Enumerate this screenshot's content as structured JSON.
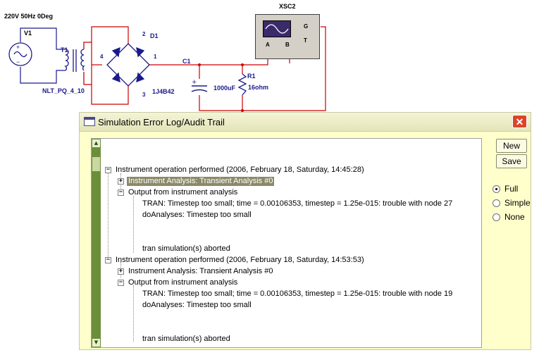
{
  "schematic": {
    "source_label": "220V 50Hz 0Deg",
    "v1": "V1",
    "t1": "T1",
    "t1_model": "NLT_PQ_4_10",
    "d1": "D1",
    "d1_model": "1J4B42",
    "c1": "C1",
    "c1_value": "1000uF",
    "r1": "R1",
    "r1_value": "16ohm",
    "scope": "XSC2",
    "pin_a": "A",
    "pin_b": "B",
    "pin_g": "G",
    "pin_t": "T",
    "node_1": "1",
    "node_2": "2",
    "node_3": "3",
    "node_4": "4",
    "colors": {
      "wire": "#cc0000",
      "component": "#1a1a8c"
    }
  },
  "dialog": {
    "title": "Simulation Error Log/Audit Trail",
    "buttons": {
      "new": "New",
      "save": "Save"
    },
    "radios": [
      {
        "label": "Full",
        "checked": true
      },
      {
        "label": "Simple",
        "checked": false
      },
      {
        "label": "None",
        "checked": false
      }
    ],
    "log": [
      {
        "header": "Instrument operation performed   (2006, February 18, Saturday, 14:45:28)",
        "analysis": "Instrument Analysis: Transient Analysis #0",
        "output": "Output from instrument analysis",
        "lines": [
          "TRAN:  Timestep too small; time = 0.00106353, timestep = 1.25e-015: trouble with node 27",
          "doAnalyses: Timestep too small",
          "",
          "",
          "tran simulation(s) aborted"
        ]
      },
      {
        "header": "Instrument operation performed   (2006, February 18, Saturday, 14:53:53)",
        "analysis": "Instrument Analysis: Transient Analysis #0",
        "output": "Output from instrument analysis",
        "lines": [
          "TRAN:  Timestep too small; time = 0.00106353, timestep = 1.25e-015: trouble with node 19",
          "doAnalyses: Timestep too small",
          "",
          "",
          "tran simulation(s) aborted"
        ]
      }
    ]
  }
}
